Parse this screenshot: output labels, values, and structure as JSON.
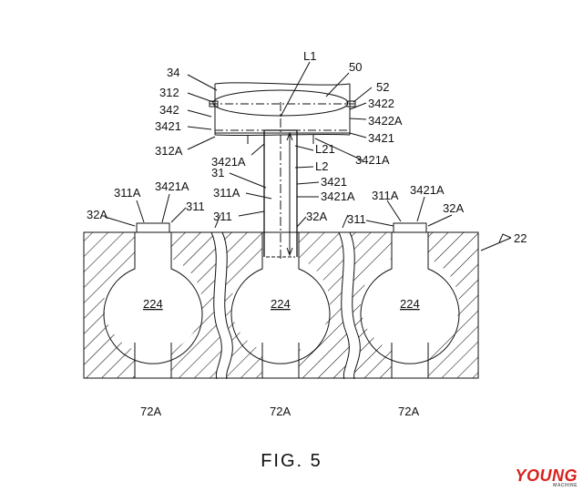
{
  "figure": {
    "caption": "FIG. 5",
    "watermark": "YOUNG",
    "watermark_sub": "MACHINE"
  },
  "labels": {
    "l34": "34",
    "l312": "312",
    "l342": "342",
    "l3421_a": "3421",
    "l312A": "312A",
    "lL1": "L1",
    "l50": "50",
    "l52": "52",
    "l3422": "3422",
    "l3422A": "3422A",
    "l3421_b": "3421",
    "l3421A_c": "3421A",
    "l3421A_d": "3421A",
    "lL21": "L21",
    "lL2": "L2",
    "l3421_e": "3421",
    "l3421A_e": "3421A",
    "l31": "31",
    "l311A_m": "311A",
    "l311_m": "311",
    "l32A_m": "32A",
    "l311A_l": "311A",
    "l3421A_l": "3421A",
    "l32A_l": "32A",
    "l311_l": "311",
    "l311A_r": "311A",
    "l3421A_r": "3421A",
    "l32A_r": "32A",
    "l311_r": "311",
    "l22": "22",
    "l224_1": "224",
    "l224_2": "224",
    "l224_3": "224",
    "l72A_1": "72A",
    "l72A_2": "72A",
    "l72A_3": "72A"
  }
}
